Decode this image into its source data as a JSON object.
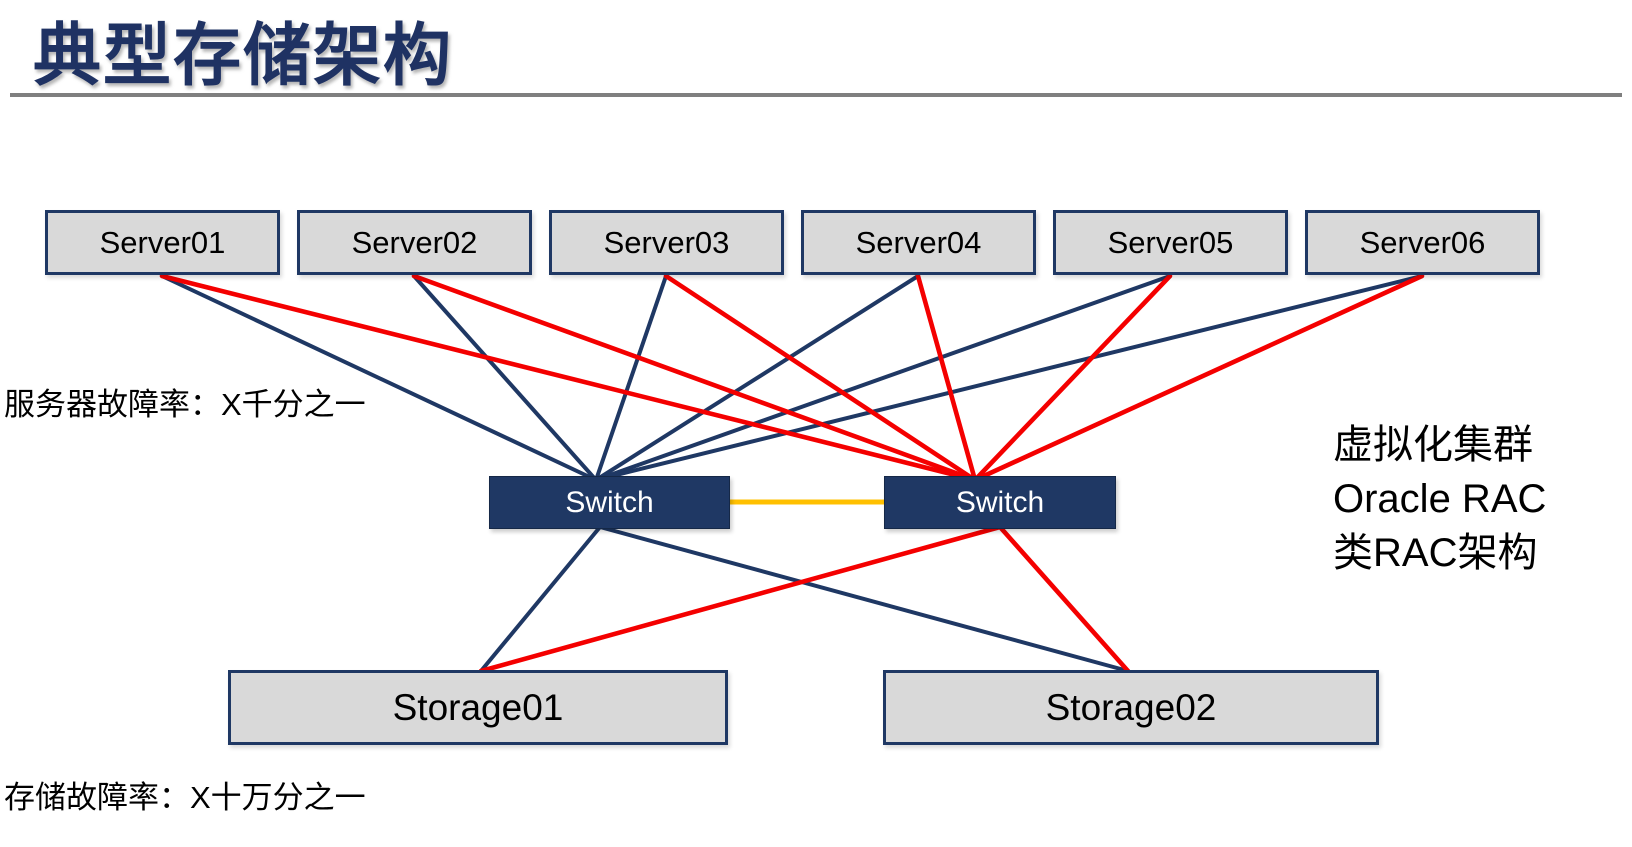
{
  "slide": {
    "title": "典型存储架构"
  },
  "colors": {
    "navy": "#1F3864",
    "red": "#F40000",
    "gold": "#FFC000",
    "box_fill": "#D9D9D9",
    "divider_gray": "#7F7F7F",
    "switch_text": "#FFFFFF",
    "label_text": "#000000",
    "title_text": "#1F3263"
  },
  "nodes": {
    "servers": [
      {
        "id": "server01",
        "label": "Server01"
      },
      {
        "id": "server02",
        "label": "Server02"
      },
      {
        "id": "server03",
        "label": "Server03"
      },
      {
        "id": "server04",
        "label": "Server04"
      },
      {
        "id": "server05",
        "label": "Server05"
      },
      {
        "id": "server06",
        "label": "Server06"
      }
    ],
    "switches": [
      {
        "id": "switch1",
        "label": "Switch"
      },
      {
        "id": "switch2",
        "label": "Switch"
      }
    ],
    "storages": [
      {
        "id": "storage01",
        "label": "Storage01"
      },
      {
        "id": "storage02",
        "label": "Storage02"
      }
    ]
  },
  "annotations": {
    "server_failure_rate": "服务器故障率：X千分之一",
    "storage_failure_rate": "存储故障率：X十万分之一",
    "right_note_lines": [
      "虚拟化集群",
      "Oracle RAC",
      "类RAC架构"
    ]
  },
  "connections": [
    {
      "from": "server01",
      "to": "switch1",
      "color": "navy"
    },
    {
      "from": "server02",
      "to": "switch1",
      "color": "navy"
    },
    {
      "from": "server03",
      "to": "switch1",
      "color": "navy"
    },
    {
      "from": "server04",
      "to": "switch1",
      "color": "navy"
    },
    {
      "from": "server05",
      "to": "switch1",
      "color": "navy"
    },
    {
      "from": "server06",
      "to": "switch1",
      "color": "navy"
    },
    {
      "from": "server01",
      "to": "switch2",
      "color": "red"
    },
    {
      "from": "server02",
      "to": "switch2",
      "color": "red"
    },
    {
      "from": "server03",
      "to": "switch2",
      "color": "red"
    },
    {
      "from": "server04",
      "to": "switch2",
      "color": "red"
    },
    {
      "from": "server05",
      "to": "switch2",
      "color": "red"
    },
    {
      "from": "server06",
      "to": "switch2",
      "color": "red"
    },
    {
      "from": "switch1",
      "to": "switch2",
      "color": "gold"
    },
    {
      "from": "switch1",
      "to": "storage01",
      "color": "navy"
    },
    {
      "from": "switch1",
      "to": "storage02",
      "color": "navy"
    },
    {
      "from": "switch2",
      "to": "storage01",
      "color": "red"
    },
    {
      "from": "switch2",
      "to": "storage02",
      "color": "red"
    }
  ]
}
